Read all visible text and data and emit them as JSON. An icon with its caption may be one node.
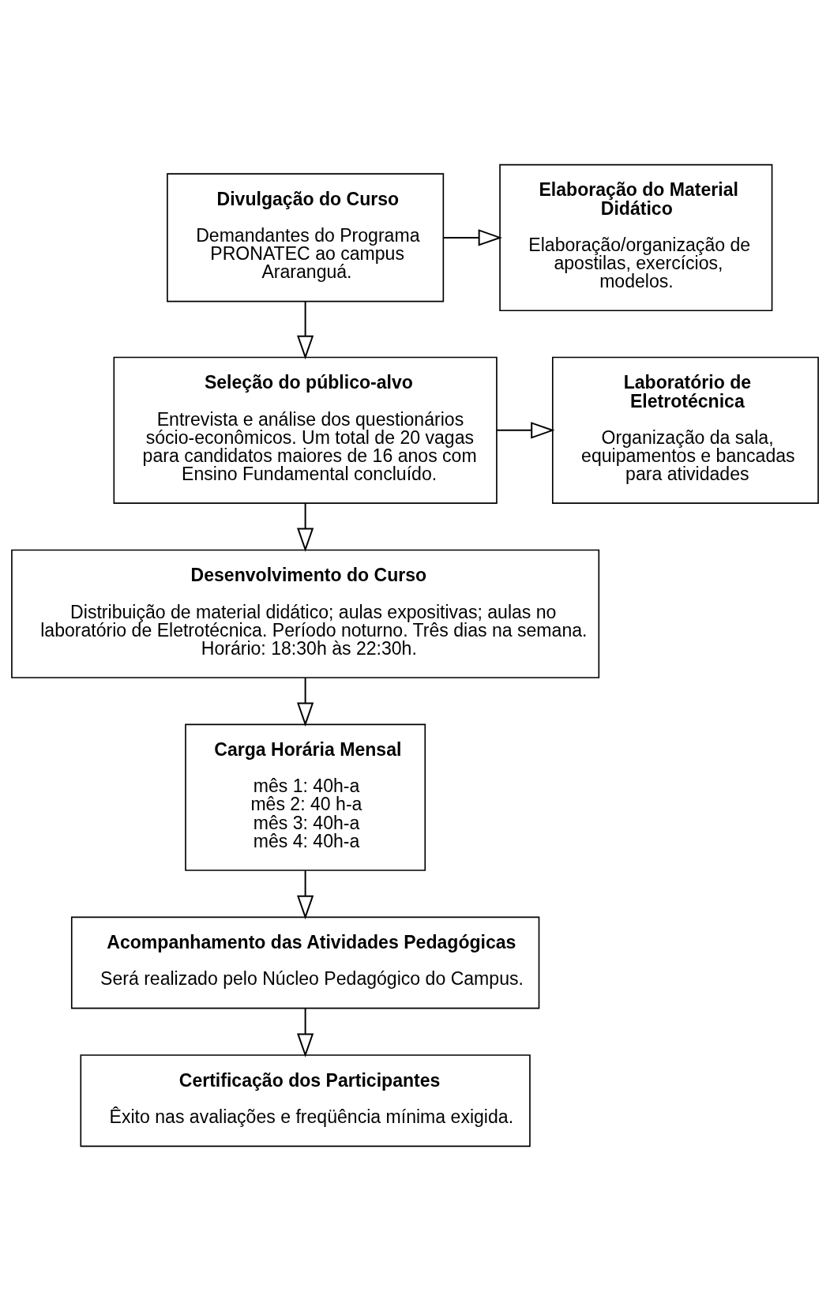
{
  "diagram": {
    "nodes": [
      {
        "text": [
          "Divulgação do Curso",
          "Demandantes do Programa PRONATEC ao campus Araranguá."
        ]
      },
      {
        "text": [
          "Elaboração do Material Didático",
          "Elaboração/organização de apostilas, exercícios, modelos."
        ]
      },
      {
        "text": [
          "Seleção do público-alvo",
          "Entrevista e análise dos questionários sócio-econômicos. Um total de 20 vagas para candidatos maiores de 16 anos com Ensino Fundamental concluído."
        ]
      },
      {
        "text": [
          "Laboratório de Eletrotécnica",
          "Organização da sala, equipamentos e bancadas para atividades"
        ]
      },
      {
        "text": [
          "Desenvolvimento do Curso",
          "Distribuição de material didático; aulas expositivas; aulas no laboratório de Eletrotécnica. Período noturno. Três dias na semana. Horário: 18:30h às 22:30h."
        ]
      },
      {
        "text": [
          "Carga Horária Mensal",
          "mês 1: 40h-a",
          "mês 2: 40 h-a",
          "mês 3: 40h-a",
          "mês 4: 40h-a"
        ]
      },
      {
        "text": [
          "Acompanhamento das Atividades Pedagógicas",
          "Será realizado pelo Núcleo Pedagógico do Campus."
        ]
      },
      {
        "text": [
          "Certificação dos Participantes",
          "Êxito nas avaliações e freqüência mínima exigida."
        ]
      }
    ],
    "edges": [
      {
        "from": 0,
        "to": 1,
        "arrow": "to"
      },
      {
        "from": 0,
        "to": 2,
        "arrow": "to"
      },
      {
        "from": 2,
        "to": 3,
        "arrow": "to"
      },
      {
        "from": 2,
        "to": 4,
        "arrow": "to"
      },
      {
        "from": 4,
        "to": 5,
        "arrow": "to"
      },
      {
        "from": 5,
        "to": 6,
        "arrow": "to"
      },
      {
        "from": 6,
        "to": 7,
        "arrow": "to"
      }
    ]
  }
}
